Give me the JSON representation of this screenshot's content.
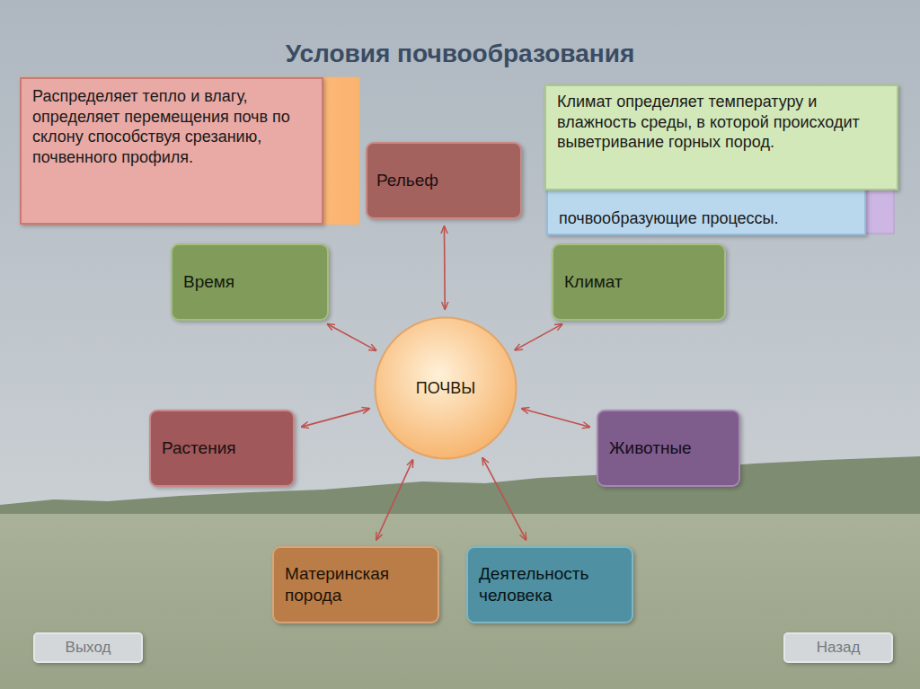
{
  "diagram": {
    "title": "Условия почвообразования",
    "nodes": [
      {
        "text": [
          "Распределяет тепло и влагу, определяет перемещения почв по склону способствуя срезанию, почвенного профиля."
        ]
      },
      {
        "text": [
          "Рельеф"
        ]
      },
      {
        "text": [
          "почвообразующие процессы."
        ]
      },
      {
        "text": [
          "Климат определяет температуру и влажность среды, в которой происходит выветривание горных пород."
        ]
      },
      {
        "text": [
          "Время"
        ]
      },
      {
        "text": [
          "Климат"
        ]
      },
      {
        "text": [
          "ПОЧВЫ"
        ]
      },
      {
        "text": [
          "Растения"
        ]
      },
      {
        "text": [
          "Животные"
        ]
      },
      {
        "text": [
          "Материнская порода"
        ]
      },
      {
        "text": [
          "Деятельность человека"
        ]
      },
      {
        "text": [
          "Выход"
        ]
      },
      {
        "text": [
          "Назад"
        ]
      }
    ],
    "edges": [
      {
        "from": 1,
        "to": 6,
        "arrow": "both"
      },
      {
        "from": 4,
        "to": 6,
        "arrow": "both"
      },
      {
        "from": 5,
        "to": 6,
        "arrow": "both"
      },
      {
        "from": 7,
        "to": 6,
        "arrow": "both"
      },
      {
        "from": 8,
        "to": 6,
        "arrow": "both"
      },
      {
        "from": 9,
        "to": 6,
        "arrow": "both"
      },
      {
        "from": 10,
        "to": 6,
        "arrow": "both"
      }
    ]
  }
}
